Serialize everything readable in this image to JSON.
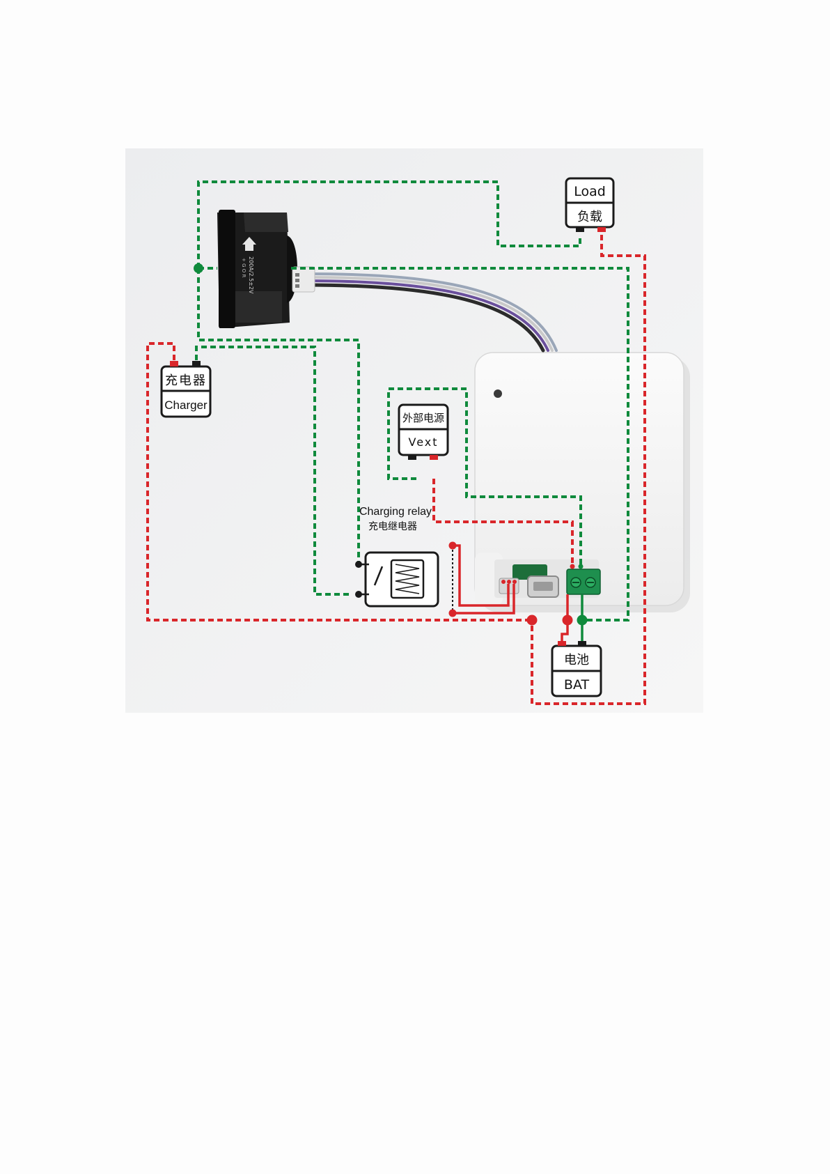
{
  "load": {
    "en": "Load",
    "zh": "负载"
  },
  "charger": {
    "zh": "充电器",
    "en": "Charger"
  },
  "vext": {
    "zh": "外部电源",
    "en": "Vext"
  },
  "relay": {
    "en": "Charging relay",
    "zh": "充电继电器"
  },
  "battery": {
    "zh": "电池",
    "en": "BAT"
  },
  "sensor": {
    "rating": "200A/2.5±2V",
    "marking": "+ G O R"
  },
  "colors": {
    "positive": "#d9262a",
    "negative": "#0f8a3c",
    "terminal_block": "#1e8f4e",
    "box_stroke": "#1a1a1a"
  }
}
